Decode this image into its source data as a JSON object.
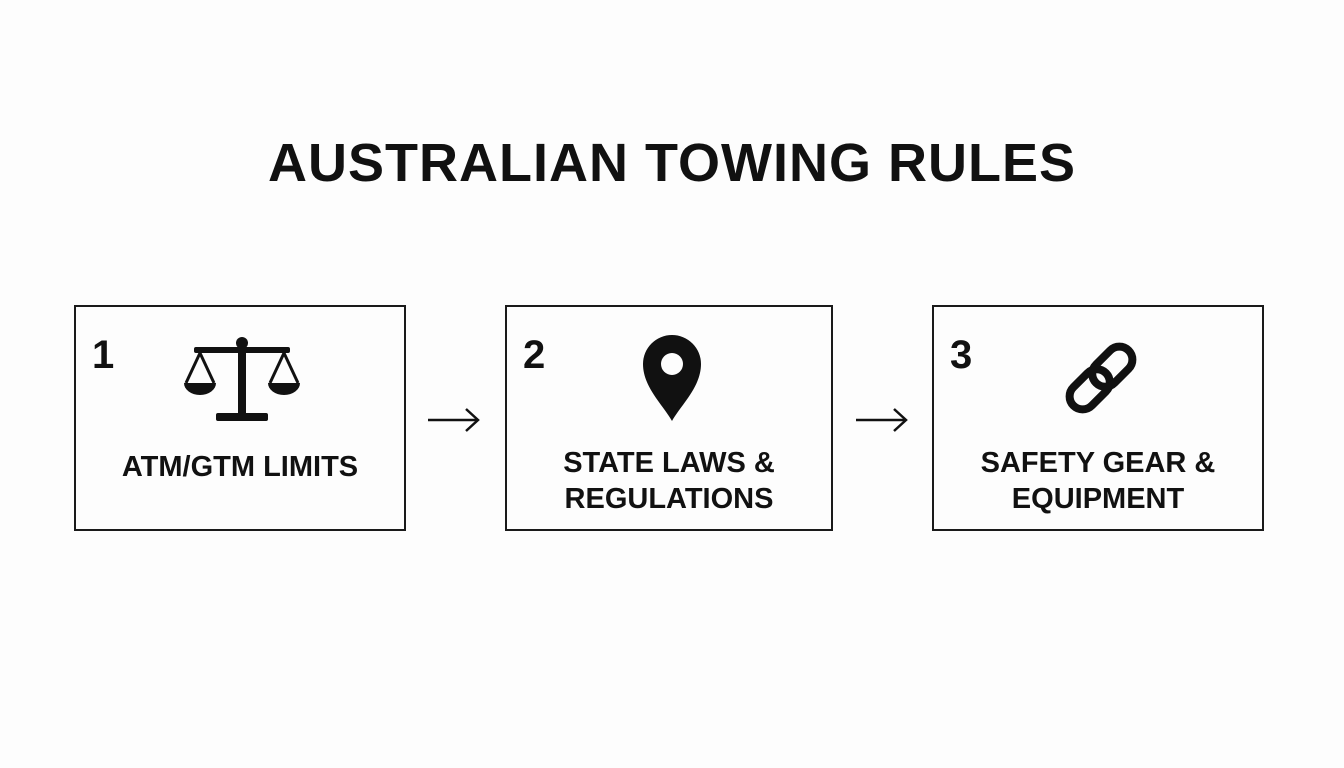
{
  "title": "AUSTRALIAN TOWING RULES",
  "steps": [
    {
      "number": "1",
      "icon": "scales-icon",
      "label_lines": [
        "ATM/GTM LIMITS"
      ]
    },
    {
      "number": "2",
      "icon": "location-pin-icon",
      "label_lines": [
        "STATE LAWS &",
        "REGULATIONS"
      ]
    },
    {
      "number": "3",
      "icon": "chain-link-icon",
      "label_lines": [
        "SAFETY GEAR &",
        "EQUIPMENT"
      ]
    }
  ],
  "colors": {
    "background": "#fdfdfd",
    "ink": "#111111"
  }
}
